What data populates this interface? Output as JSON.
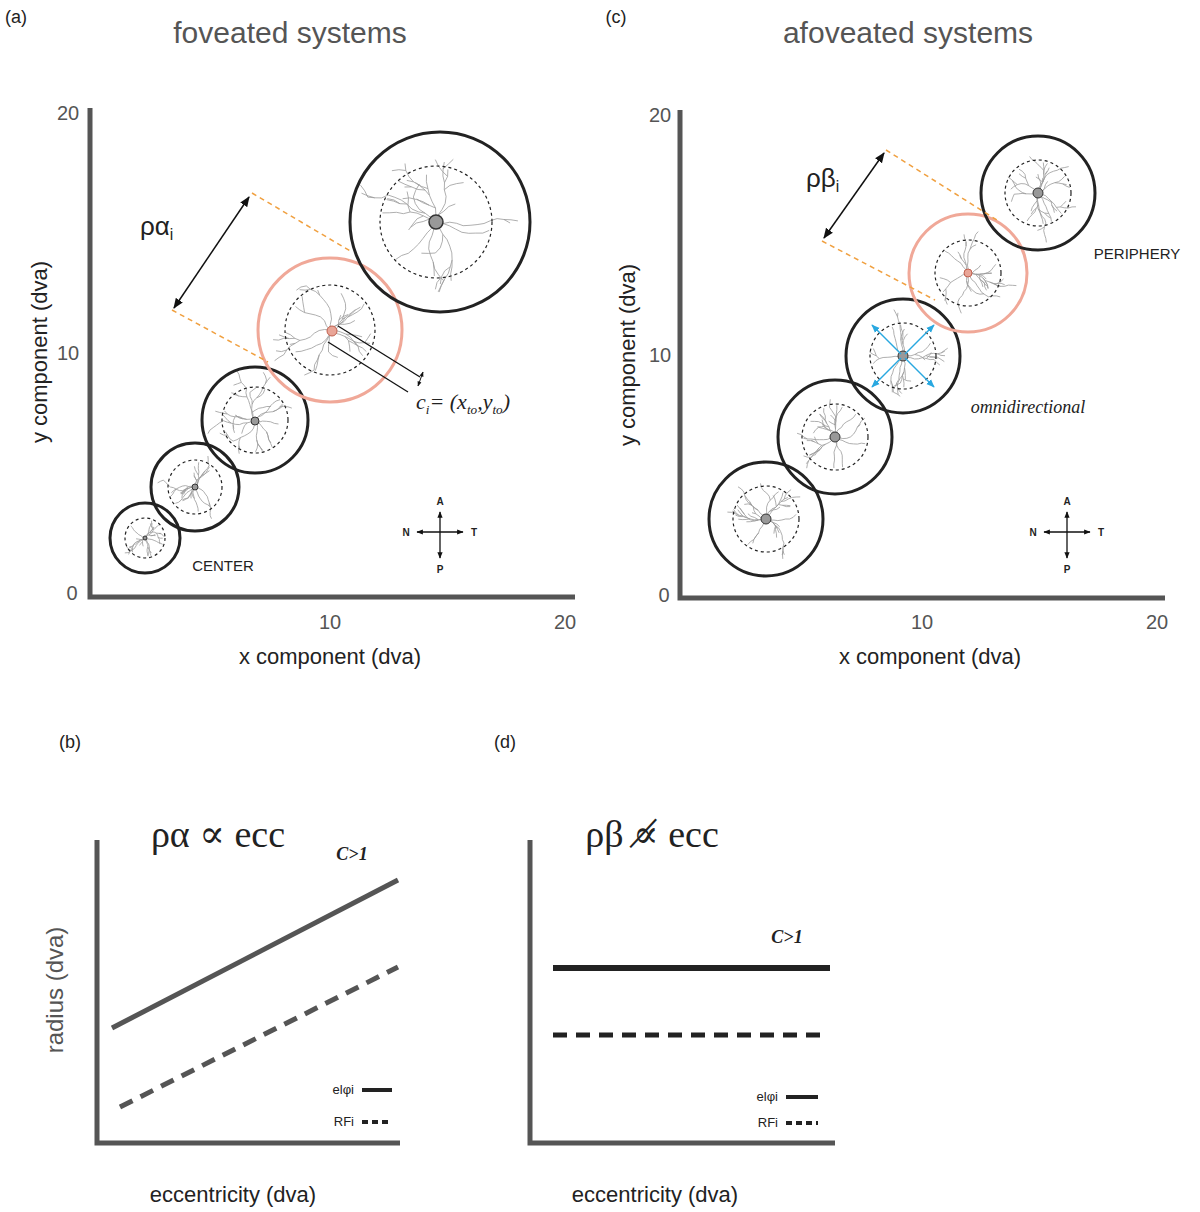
{
  "diagram": {
    "labels": [
      "(a)",
      "foveated systems",
      "20",
      "10",
      "0",
      "10",
      "20",
      "y component (dva)",
      "x component (dva)",
      "ρα",
      "i",
      "c",
      "i",
      "= (x",
      "to",
      ",y",
      "to",
      ")",
      "CENTER",
      "A",
      "N",
      "T",
      "P",
      "(c)",
      "afoveated systems",
      "20",
      "10",
      "0",
      "10",
      "20",
      "y component (dva)",
      "x component (dva)",
      "ρβ",
      "i",
      "PERIPHERY",
      "omnidirectional",
      "A",
      "N",
      "T",
      "P",
      "(b)",
      "ρα ∝ ecc",
      "C>1",
      "radius (dva)",
      "eccentricity (dva)",
      "(d)",
      "ρβ ∝̸ ecc",
      "C>1",
      "eccentricity (dva)"
    ],
    "legend": [
      {
        "text": "elφi"
      },
      {
        "text": "RFi"
      },
      {
        "text": "elφi"
      },
      {
        "text": "RFi"
      }
    ]
  }
}
